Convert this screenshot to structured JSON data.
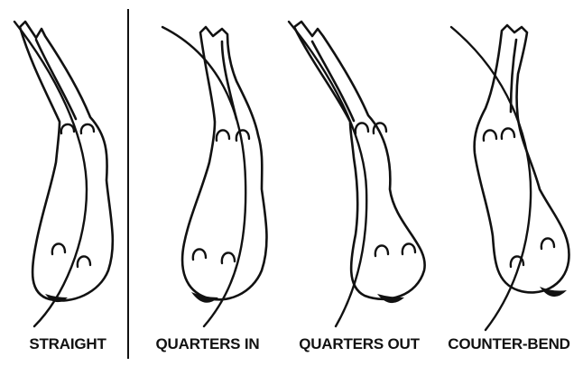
{
  "figures": [
    {
      "id": "straight",
      "label": "STRAIGHT"
    },
    {
      "id": "quarters-in",
      "label": "QUARTERS IN"
    },
    {
      "id": "quarters-out",
      "label": "QUARTERS OUT"
    },
    {
      "id": "counter-bend",
      "label": "COUNTER-BEND"
    }
  ],
  "colors": {
    "line": "#111111",
    "background": "#ffffff"
  }
}
